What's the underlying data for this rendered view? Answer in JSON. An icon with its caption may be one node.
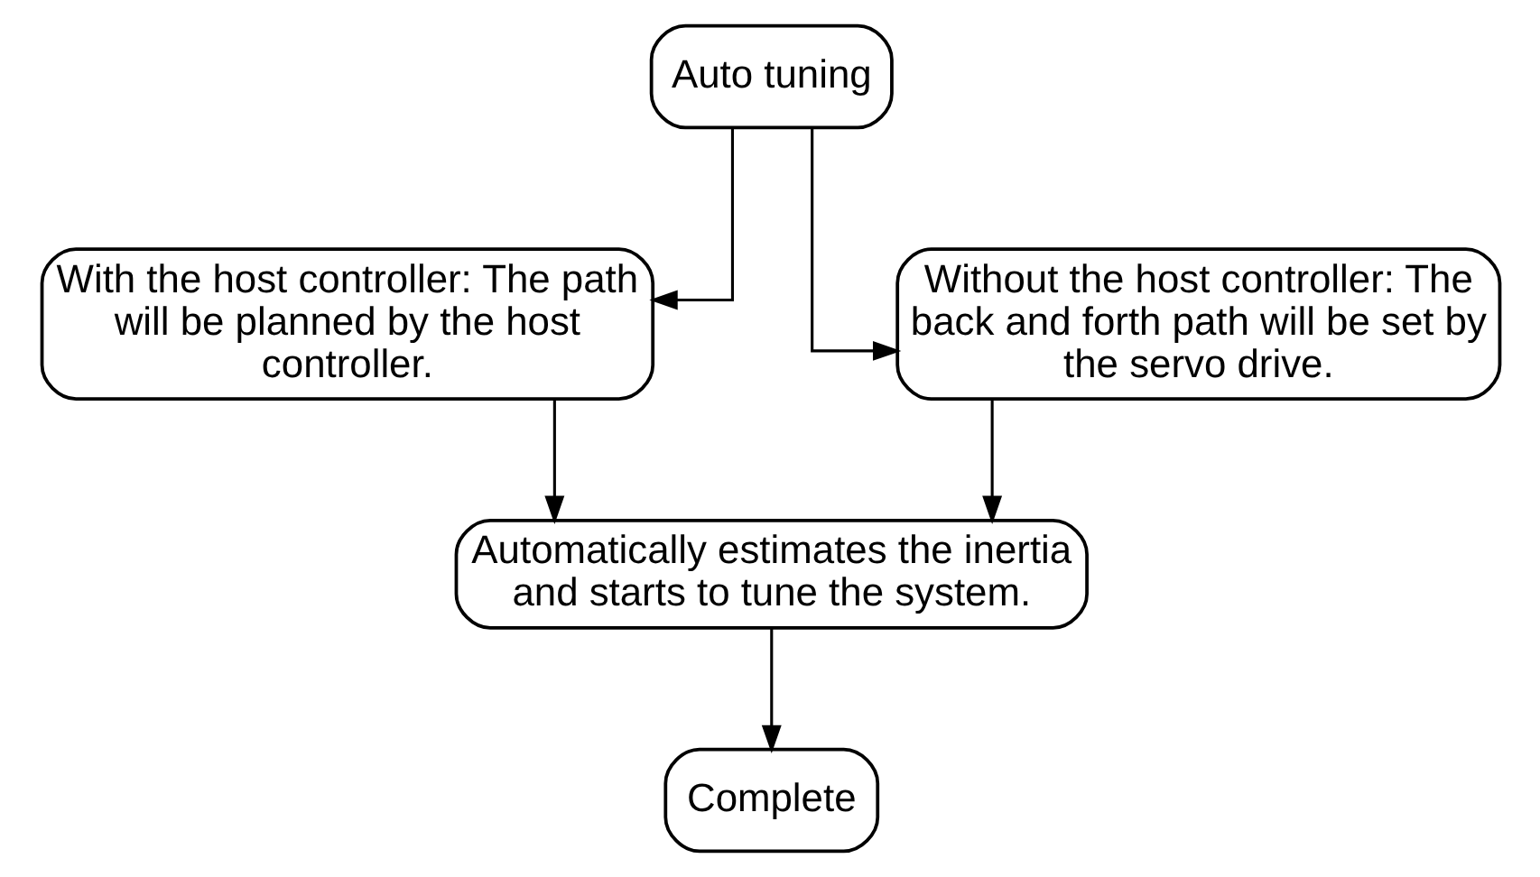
{
  "diagram": {
    "nodes": [
      {
        "text": [
          "Auto tuning"
        ]
      },
      {
        "text": [
          "With the host controller: The path will be planned by the host controller."
        ]
      },
      {
        "text": [
          "Without the host controller: The back and forth path will be set by the servo drive."
        ]
      },
      {
        "text": [
          "Automatically estimates the inertia and starts to tune the system."
        ]
      },
      {
        "text": [
          "Complete"
        ]
      }
    ],
    "edges": [
      {
        "from": 0,
        "to": 1,
        "arrow": "to"
      },
      {
        "from": 0,
        "to": 2,
        "arrow": "to"
      },
      {
        "from": 1,
        "to": 3,
        "arrow": "to"
      },
      {
        "from": 2,
        "to": 3,
        "arrow": "to"
      },
      {
        "from": 3,
        "to": 4,
        "arrow": "to"
      }
    ]
  }
}
